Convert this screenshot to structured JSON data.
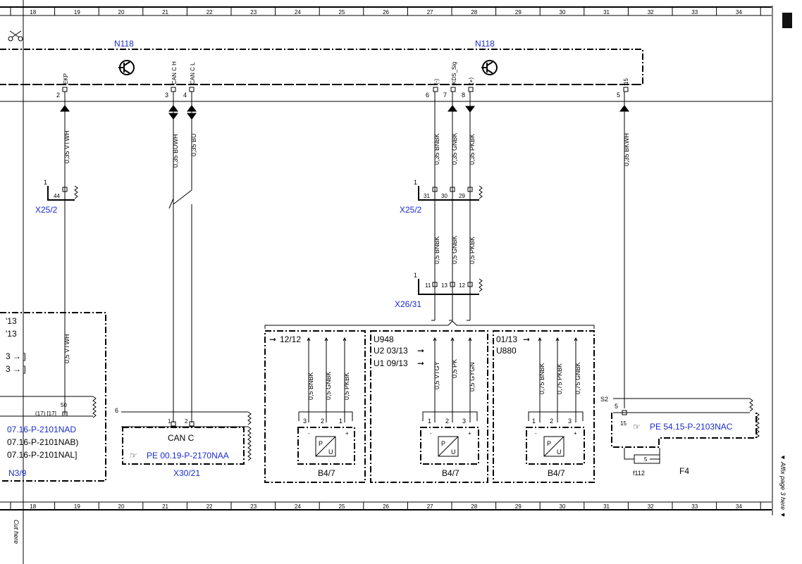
{
  "ruler_numbers": [
    "18",
    "19",
    "20",
    "21",
    "22",
    "23",
    "24",
    "25",
    "26",
    "27",
    "28",
    "29",
    "30",
    "31",
    "32",
    "33",
    "34"
  ],
  "control_unit": {
    "left_label": "N118",
    "right_label": "N118"
  },
  "pins": [
    {
      "num": "2",
      "name": "EKP"
    },
    {
      "num": "3",
      "name": "CAN C H"
    },
    {
      "num": "4",
      "name": "CAN C L"
    },
    {
      "num": "6",
      "name": "(-)"
    },
    {
      "num": "7",
      "name": "KDS_Sig"
    },
    {
      "num": "8",
      "name": "(+)"
    },
    {
      "num": "5",
      "name": "15"
    }
  ],
  "wires_upper": [
    {
      "label": "0,35 VTWH"
    },
    {
      "label": "0,35 BUWH"
    },
    {
      "label": "0,35 BU"
    },
    {
      "label": "0,35 BNBK"
    },
    {
      "label": "0,35 GNBK"
    },
    {
      "label": "0,35 PKBK"
    },
    {
      "label": "0,35 BKWH"
    }
  ],
  "connector_x25_left": {
    "name": "X25/2",
    "num": "1",
    "pin": "44"
  },
  "connector_x25_right": {
    "name": "X25/2",
    "num": "1",
    "pins": [
      "31",
      "30",
      "29"
    ]
  },
  "wires_mid": [
    "0,5 BNBK",
    "0,5 GNBK",
    "0,5 PKBK"
  ],
  "connector_x26": {
    "name": "X26/31",
    "num": "1",
    "pins": [
      "11",
      "13",
      "12"
    ]
  },
  "left_box": {
    "lines": [
      "'13",
      "'13",
      "3 → ]",
      "3 → ]"
    ],
    "wire": "0,5 VTWH",
    "pin_num": "50",
    "pin_sub": "(17)  [17]",
    "refs": [
      "07.16-P-2101NAD",
      "07.16-P-2101NAB)",
      "07.16-P-2101NAL]"
    ],
    "name": "N3/9"
  },
  "can_box": {
    "num": "6",
    "pins": [
      "1",
      "2"
    ],
    "title": "CAN C",
    "ref": "PE 00.19-P-2170NAA",
    "name": "X30/21"
  },
  "variant_1": {
    "note": "12/12",
    "wires": [
      "0,5 BNBK",
      "0,5 GNBK",
      "0,5 PKBK"
    ],
    "pins": [
      "3",
      "2",
      "1"
    ],
    "signs": [
      "-",
      "",
      "+"
    ],
    "name": "B4/7"
  },
  "variant_2": {
    "head": "U948",
    "notes": [
      "U2  03/13",
      "U1  09/13"
    ],
    "wires": [
      "0,5 VTGY",
      "0,5 PK",
      "0,5 GYGN"
    ],
    "pins": [
      "1",
      "2",
      "3"
    ],
    "signs": [
      "-",
      "",
      "+"
    ],
    "name": "B4/7"
  },
  "variant_3": {
    "notes": [
      "01/13",
      "U880"
    ],
    "wires": [
      "0,75 BNBK",
      "0,75 PKBK",
      "0,75 GNBK"
    ],
    "pins": [
      "1",
      "2",
      "3"
    ],
    "signs": [
      "-",
      "",
      "+"
    ],
    "name": "B4/7"
  },
  "fuse_box": {
    "s_label": "S2",
    "pin_outer": "5",
    "pin_inner": "15",
    "ref": "PE 54.15-P-2103NAC",
    "fuse_num": "5",
    "fuse_name": "f112",
    "name": "F4"
  },
  "pu_letters": {
    "p": "P",
    "u": "U"
  },
  "margin": {
    "cut_here": "Cut here",
    "affix": "▼ Affix page 3 here ▼"
  }
}
